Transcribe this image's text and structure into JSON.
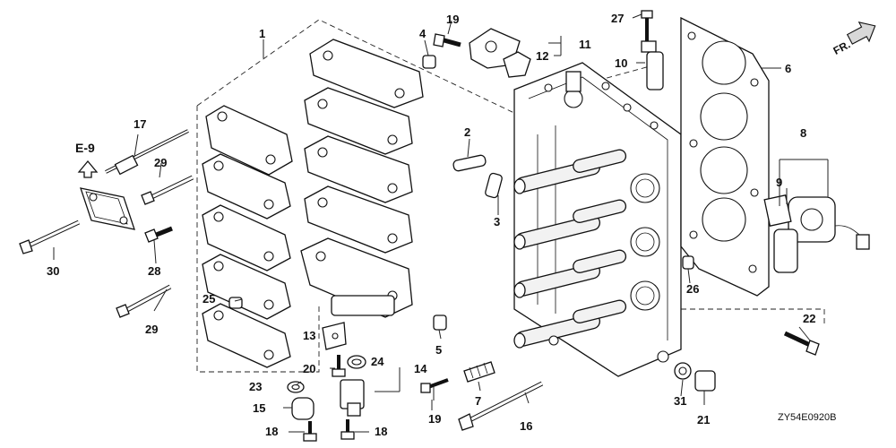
{
  "diagram": {
    "code": "ZY54E0920B",
    "reference": "E-9",
    "front_indicator": "FR."
  },
  "callouts": [
    {
      "id": "c1",
      "label": "1"
    },
    {
      "id": "c2",
      "label": "2"
    },
    {
      "id": "c3",
      "label": "3"
    },
    {
      "id": "c4",
      "label": "4"
    },
    {
      "id": "c5",
      "label": "5"
    },
    {
      "id": "c6",
      "label": "6"
    },
    {
      "id": "c7",
      "label": "7"
    },
    {
      "id": "c8",
      "label": "8"
    },
    {
      "id": "c9",
      "label": "9"
    },
    {
      "id": "c10",
      "label": "10"
    },
    {
      "id": "c11",
      "label": "11"
    },
    {
      "id": "c12",
      "label": "12"
    },
    {
      "id": "c13",
      "label": "13"
    },
    {
      "id": "c14",
      "label": "14"
    },
    {
      "id": "c15",
      "label": "15"
    },
    {
      "id": "c16",
      "label": "16"
    },
    {
      "id": "c17",
      "label": "17"
    },
    {
      "id": "c18a",
      "label": "18"
    },
    {
      "id": "c18b",
      "label": "18"
    },
    {
      "id": "c19a",
      "label": "19"
    },
    {
      "id": "c19b",
      "label": "19"
    },
    {
      "id": "c20",
      "label": "20"
    },
    {
      "id": "c21",
      "label": "21"
    },
    {
      "id": "c22",
      "label": "22"
    },
    {
      "id": "c23",
      "label": "23"
    },
    {
      "id": "c24",
      "label": "24"
    },
    {
      "id": "c25",
      "label": "25"
    },
    {
      "id": "c26",
      "label": "26"
    },
    {
      "id": "c27",
      "label": "27"
    },
    {
      "id": "c28",
      "label": "28"
    },
    {
      "id": "c29a",
      "label": "29"
    },
    {
      "id": "c29b",
      "label": "29"
    },
    {
      "id": "c30",
      "label": "30"
    },
    {
      "id": "c31",
      "label": "31"
    }
  ]
}
